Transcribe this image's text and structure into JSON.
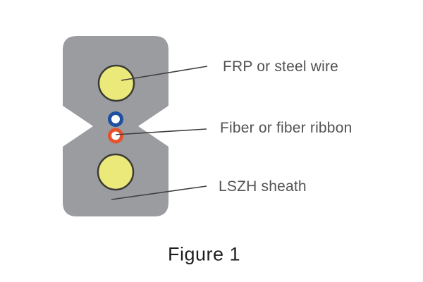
{
  "diagram": {
    "caption": "Figure 1",
    "labels": {
      "frp": "FRP or steel wire",
      "fiber": "Fiber or fiber ribbon",
      "sheath": "LSZH sheath"
    },
    "colors": {
      "sheath": "#9b9ca0",
      "strength_member": "#ece97b",
      "strength_member_outline": "#3b3b35",
      "fiber_blue": "#1e4fa1",
      "fiber_orange": "#e5522b",
      "fiber_core_white": "#ffffff",
      "leader_line": "#3f3f3f",
      "label_text": "#515254",
      "caption_text": "#1e1e1e",
      "background": "#ffffff"
    }
  }
}
